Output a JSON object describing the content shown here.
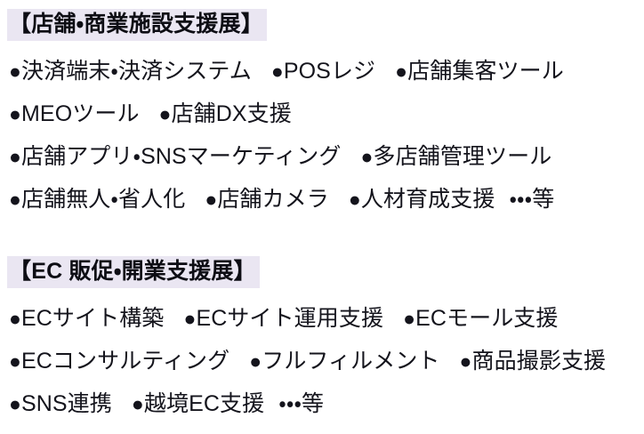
{
  "page": {
    "background_color": "#ffffff",
    "text_color": "#14141c",
    "highlight_color": "#eae6f2",
    "bullet_glyph": "●",
    "etc_label": "・・・等"
  },
  "sections": [
    {
      "heading": "【店舗・商業施設支援展】",
      "rows": [
        {
          "items": [
            "決済端末・決済システム",
            "POSレジ",
            "店舗集客ツール"
          ],
          "etc": false
        },
        {
          "items": [
            "MEOツール",
            "店舗DX支援"
          ],
          "etc": false
        },
        {
          "items": [
            "店舗アプリ・SNSマーケティング",
            "多店舗管理ツール"
          ],
          "etc": false
        },
        {
          "items": [
            "店舗無人・省人化",
            "店舗カメラ",
            "人材育成支援"
          ],
          "etc": true
        }
      ]
    },
    {
      "heading": "【EC 販促・開業支援展】",
      "rows": [
        {
          "items": [
            "ECサイト構築",
            "ECサイト運用支援",
            "ECモール支援"
          ],
          "etc": false
        },
        {
          "items": [
            "ECコンサルティング",
            "フルフィルメント",
            "商品撮影支援"
          ],
          "etc": false
        },
        {
          "items": [
            "SNS連携",
            "越境EC支援"
          ],
          "etc": true
        }
      ]
    }
  ]
}
